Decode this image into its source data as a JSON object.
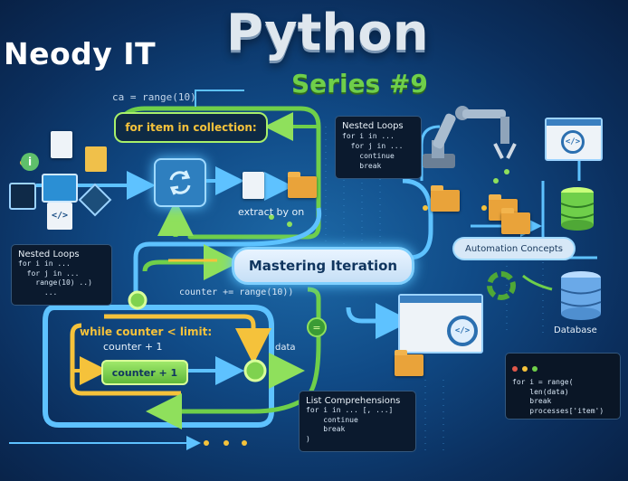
{
  "header": {
    "brand": "Neody IT",
    "title": "Python",
    "subtitle": "Series #9"
  },
  "top_snippet": "ca = range(10)",
  "for_loop": {
    "label": "for item in collection:"
  },
  "extract_label": "extract by on",
  "nested_loops_top": {
    "title": "Nested Loops",
    "lines": [
      "for i in ...",
      "  for j in ...",
      "    continue",
      "    break"
    ]
  },
  "nested_loops_left": {
    "title": "Nested Loops",
    "lines": [
      "for i in ...",
      "  for j in ...",
      "    range(10) ..)",
      "      ..."
    ]
  },
  "center_label": "Mastering Iteration",
  "counter_snippet": "counter += range(10))",
  "while_loop": {
    "label": "while counter < limit:",
    "line2": "counter + 1",
    "button": "counter + 1"
  },
  "data_label": "data",
  "automation_label": "Automation Concepts",
  "database_label": "Database",
  "list_comp": {
    "title": "List Comprehensions",
    "lines": [
      "for i in ... [, ...]",
      "    continue",
      "    break",
      ")"
    ]
  },
  "right_code": {
    "lines": [
      "for i = range(",
      "    len(data)",
      "    break",
      "    processes['item')"
    ]
  },
  "colors": {
    "accent_green": "#6fcf4a",
    "accent_yellow": "#f5c23b",
    "accent_blue": "#4fb3ff",
    "bg_dark": "#0b2f5e"
  },
  "icons": [
    "document-icon",
    "image-icon",
    "code-file-icon",
    "info-icon",
    "refresh-icon",
    "folder-icon",
    "robot-arm-icon",
    "magnifier-code-icon",
    "database-icon",
    "gear-icon",
    "code-window-icon"
  ]
}
